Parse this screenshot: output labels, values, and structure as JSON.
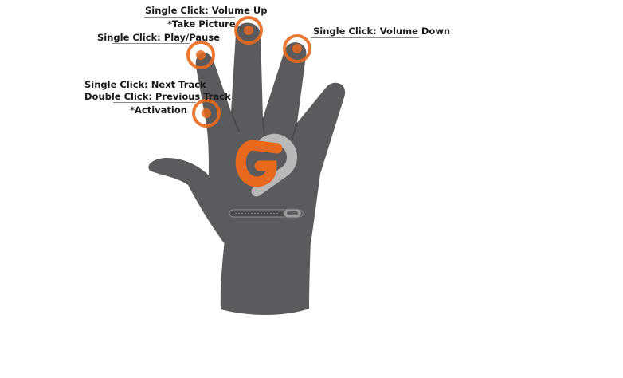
{
  "labels": {
    "volume_up": "Single Click: Volume Up",
    "take_picture": "*Take Picture",
    "play_pause": "Single Click: Play/Pause",
    "volume_down": "Single Click: Volume Down",
    "next_track": "Single Click: Next Track",
    "previous_track": "Double Click: Previous Track",
    "activation": "*Activation"
  },
  "colors": {
    "glove": "#5b5b5d",
    "accent": "#e8691e",
    "logo_gray": "#b9b9b9",
    "background": "#ffffff"
  }
}
